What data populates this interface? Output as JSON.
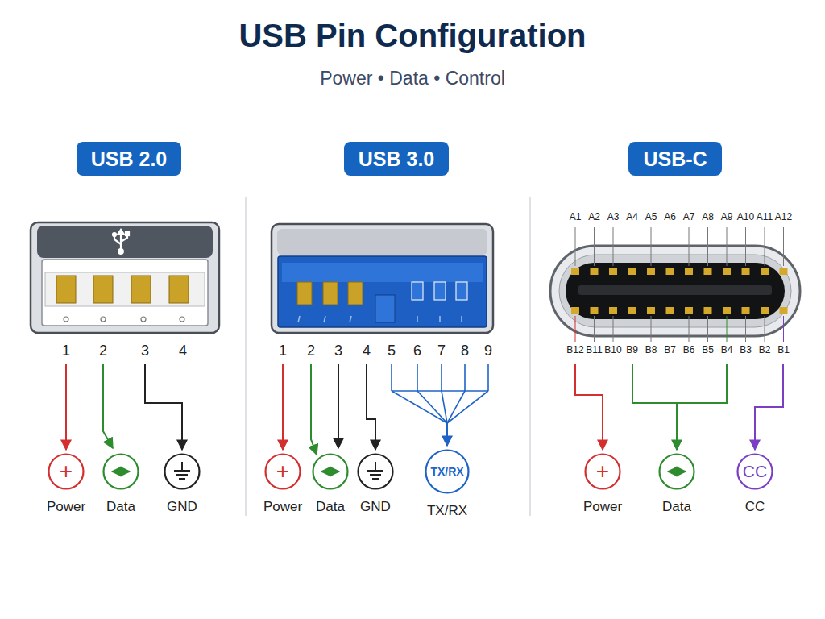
{
  "diagram": {
    "title": "USB Pin Configuration",
    "caption": "Power • Data • Control",
    "nodes": [
      {
        "text": [
          "USB 2.0"
        ]
      },
      {
        "text": [
          "USB 3.0"
        ]
      },
      {
        "text": [
          "USB-C"
        ]
      },
      {
        "text": [
          "+",
          "Power"
        ]
      },
      {
        "text": [
          "Data"
        ]
      },
      {
        "text": [
          "GND"
        ]
      },
      {
        "text": [
          "+",
          "Power"
        ]
      },
      {
        "text": [
          "Data"
        ]
      },
      {
        "text": [
          "GND"
        ]
      },
      {
        "text": [
          "TX/RX",
          "TX/RX"
        ]
      },
      {
        "text": [
          "+",
          "Power"
        ]
      },
      {
        "text": [
          "Data"
        ]
      },
      {
        "text": [
          "CC",
          "CC"
        ]
      }
    ],
    "labels": [
      "1",
      "2",
      "3",
      "4",
      "1",
      "2",
      "3",
      "4",
      "5",
      "6",
      "7",
      "8",
      "9",
      "A1",
      "A2",
      "A3",
      "A4",
      "A5",
      "A6",
      "A7",
      "A8",
      "A9",
      "A10",
      "A11",
      "A12",
      "B12",
      "B11",
      "B10",
      "B9",
      "B8",
      "B7",
      "B6",
      "B5",
      "B4",
      "B3",
      "B2",
      "B1"
    ]
  }
}
